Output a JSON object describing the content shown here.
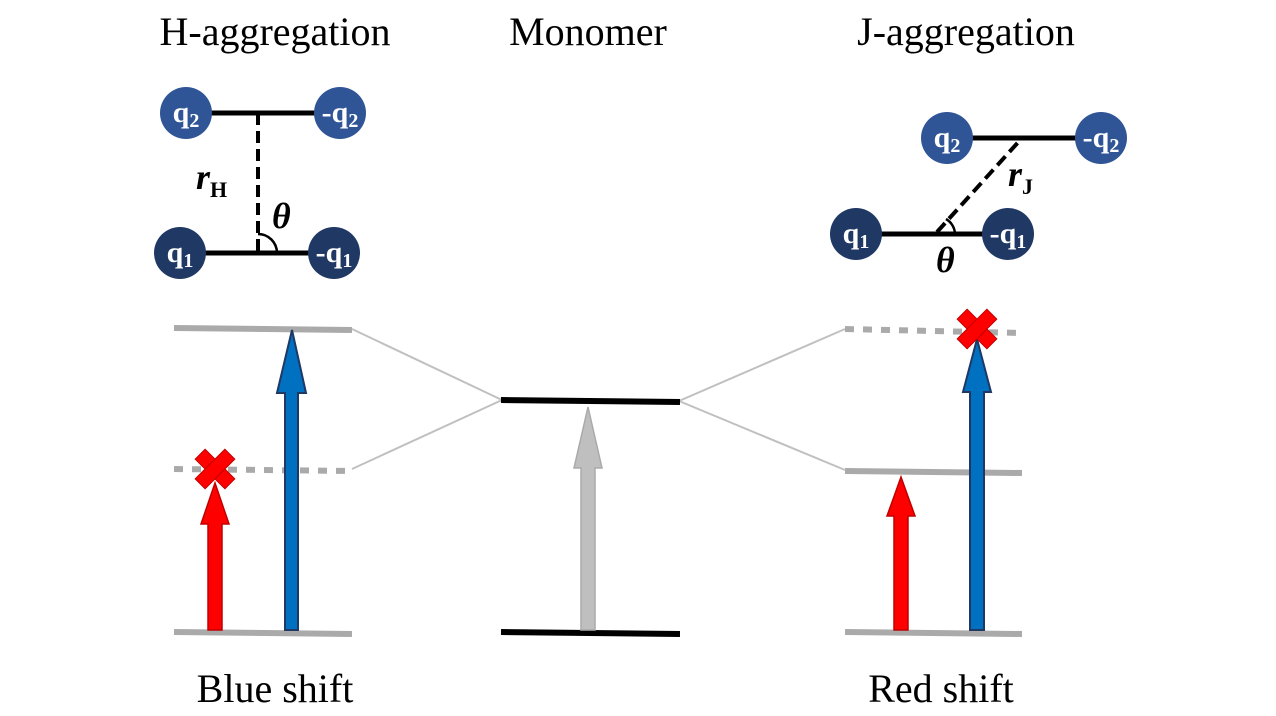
{
  "titles": {
    "h": "H-aggregation",
    "mono": "Monomer",
    "j": "J-aggregation"
  },
  "captions": {
    "h": "Blue shift",
    "j": "Red shift"
  },
  "charges": {
    "q1": "q",
    "q1_sub": "1",
    "neg_q1": "-q",
    "neg_q1_sub": "1",
    "q2": "q",
    "q2_sub": "2",
    "neg_q2": "-q",
    "neg_q2_sub": "2"
  },
  "labels": {
    "r": "r",
    "rH_sub": "H",
    "rJ_sub": "J",
    "theta": "θ"
  },
  "colors": {
    "charge_upper": "#2f5597",
    "charge_lower": "#1f3864",
    "blue_arrow": "#0070c0",
    "red_arrow": "#ff0000",
    "gray_arrow": "#bfbfbf",
    "level_gray": "#aaaaaa"
  }
}
